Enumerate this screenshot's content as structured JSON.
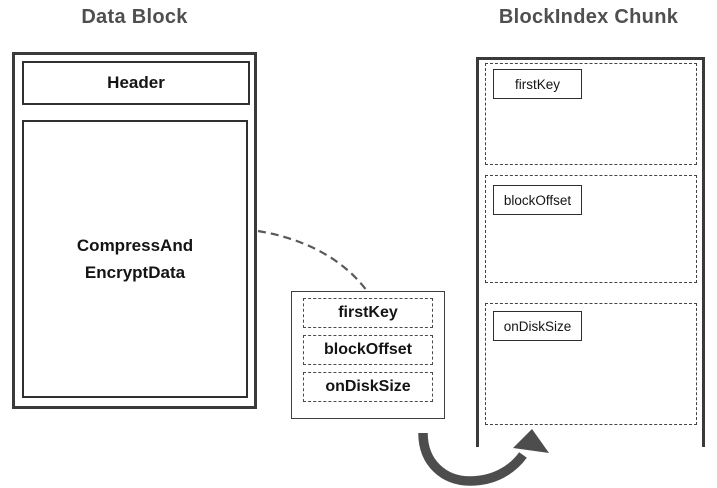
{
  "data_block": {
    "title": "Data Block",
    "header": "Header",
    "body": "CompressAnd\nEncryptData"
  },
  "index_entry": {
    "fields": [
      "firstKey",
      "blockOffset",
      "onDiskSize"
    ]
  },
  "block_index": {
    "title": "BlockIndex Chunk",
    "fields": [
      "firstKey",
      "blockOffset",
      "onDiskSize"
    ]
  },
  "colors": {
    "box_border": "#3a3a3a",
    "title_text": "#4f4f4f",
    "label_text": "#141414",
    "dashed_connector": "#595959",
    "arrow": "#4d4d4d",
    "background": "#ffffff"
  }
}
